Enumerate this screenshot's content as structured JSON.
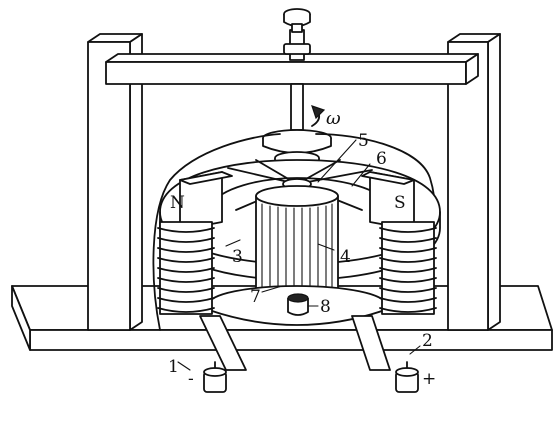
{
  "labels": {
    "angular_velocity": "ω",
    "pole_north": "N",
    "pole_south": "S",
    "terminal_negative": "-",
    "terminal_positive": "+",
    "part_1": "1",
    "part_2": "2",
    "part_3": "3",
    "part_4": "4",
    "part_5": "5",
    "part_6": "6",
    "part_7": "7",
    "part_8": "8"
  },
  "colors": {
    "ink": "#111111",
    "paper": "#ffffff"
  }
}
